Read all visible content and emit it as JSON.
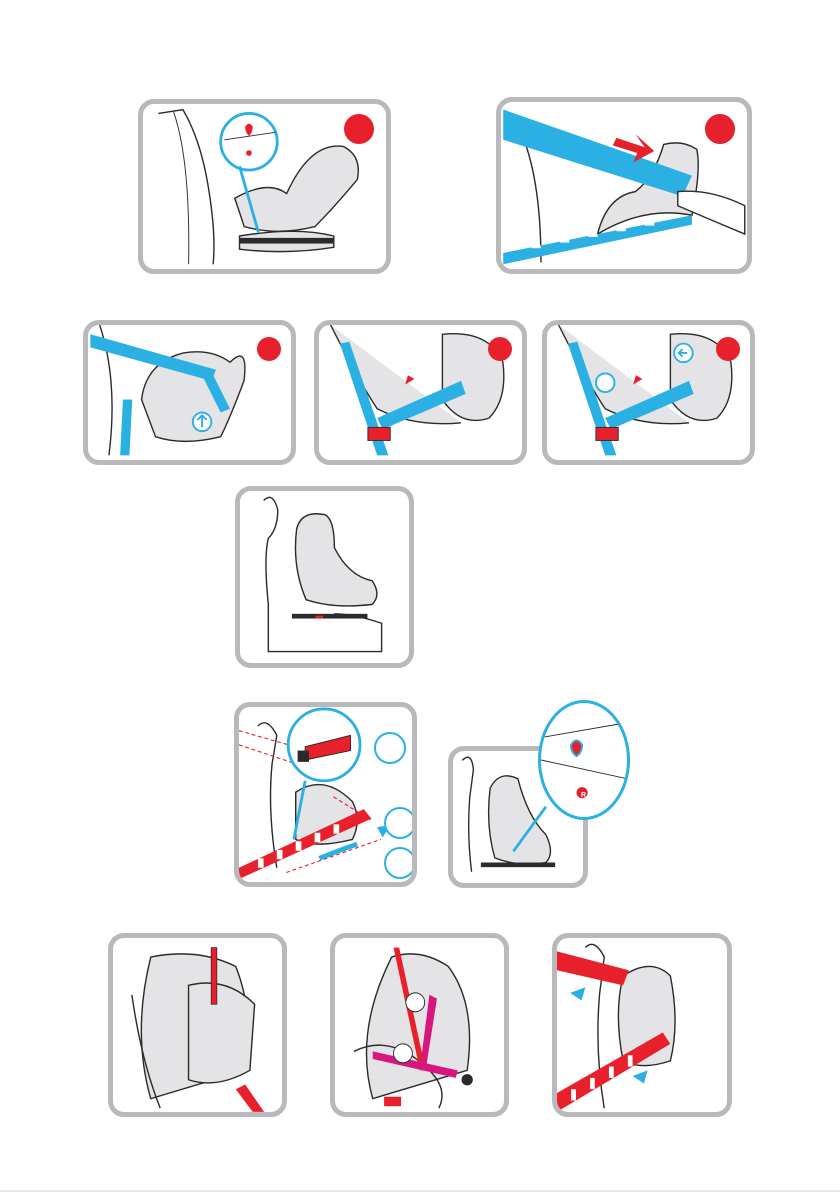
{
  "document": {
    "type": "car seat installation illustrations",
    "colors": {
      "frame": "#b9b9bb",
      "belt_blue": "#2bb0e4",
      "belt_red": "#e8202b",
      "belt_magenta": "#d8177e",
      "seat_gray": "#e4e4e6",
      "line": "#2b2b2b"
    }
  },
  "panels": [
    {
      "name": "panel-row1-left",
      "step_marker": true,
      "icon": "recline-indicator-zoom"
    },
    {
      "name": "panel-row1-right",
      "step_marker": true,
      "icon": "insert-belt-arrow"
    },
    {
      "name": "panel-row2-left",
      "step_marker": true,
      "icon": "shoulder-belt-up-arrow"
    },
    {
      "name": "panel-row2-middle",
      "step_marker": true,
      "icon": "lap-belt-route"
    },
    {
      "name": "panel-row2-right",
      "step_marker": true,
      "icon": "tighten-belt-arrows"
    },
    {
      "name": "panel-row3",
      "step_marker": false,
      "icon": "seat-on-vehicle-seat"
    },
    {
      "name": "panel-row4-left",
      "step_marker": false,
      "icon": "isofix-connector-zoom",
      "rings": 3
    },
    {
      "name": "panel-row4-right",
      "step_marker": false,
      "icon": "indicator-check-zoom",
      "indicator_letter": "R"
    },
    {
      "name": "panel-row5-left",
      "step_marker": false,
      "icon": "rear-harness-view"
    },
    {
      "name": "panel-row5-middle",
      "step_marker": false,
      "icon": "three-point-harness-view"
    },
    {
      "name": "panel-row5-right",
      "step_marker": false,
      "icon": "forward-facing-belt"
    }
  ]
}
